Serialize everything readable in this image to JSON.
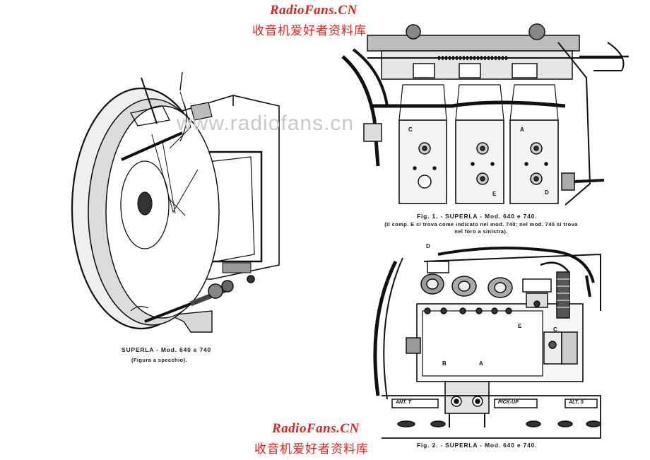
{
  "watermark": {
    "brand_top": "RadioFans.CN",
    "brand_top_cn": "收音机爱好者资料库",
    "brand_bottom": "RadioFans.CN",
    "brand_bottom_cn": "收音机爱好者资料库",
    "center": "www.radiofans.cn"
  },
  "left_figure": {
    "caption_line1": "SUPERLA - Mod. 640 e 740",
    "caption_line2": "(Figura a specchio)."
  },
  "fig1": {
    "caption_line1": "Fig. 1. - SUPERLA - Mod. 640 e 740.",
    "caption_line2": "(Il comp. E si trova come indicato nel mod. 740; nel mod. 740 si trova",
    "caption_line3": "nel foro a sinistra).",
    "labels": {
      "a": "A",
      "c": "C",
      "d": "D",
      "e": "E"
    }
  },
  "fig2": {
    "caption": "Fig. 2. - SUPERLA - Mod. 640 e 740.",
    "labels": {
      "a": "A",
      "b": "B",
      "c": "C",
      "d": "D",
      "e": "E"
    },
    "panel_ant": "ANT. T",
    "panel_pickup": "PICK-UP",
    "panel_alt": "ALT. S"
  }
}
